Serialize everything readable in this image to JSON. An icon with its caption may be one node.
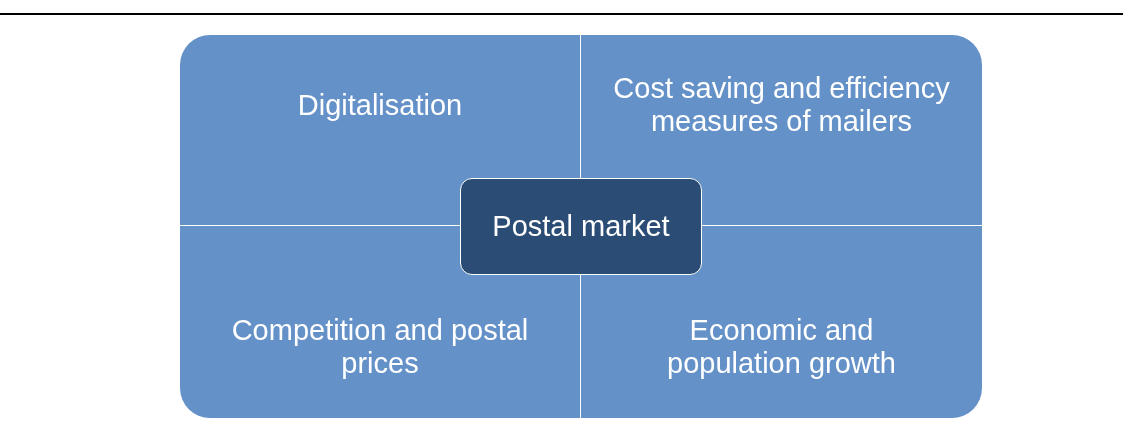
{
  "diagram": {
    "nodes": [
      {
        "text": [
          "Digitalisation"
        ]
      },
      {
        "text": [
          "Cost saving and efficiency measures of mailers"
        ]
      },
      {
        "text": [
          "Competition and postal prices"
        ]
      },
      {
        "text": [
          "Economic and population growth"
        ]
      },
      {
        "text": [
          "Postal market"
        ]
      }
    ]
  }
}
